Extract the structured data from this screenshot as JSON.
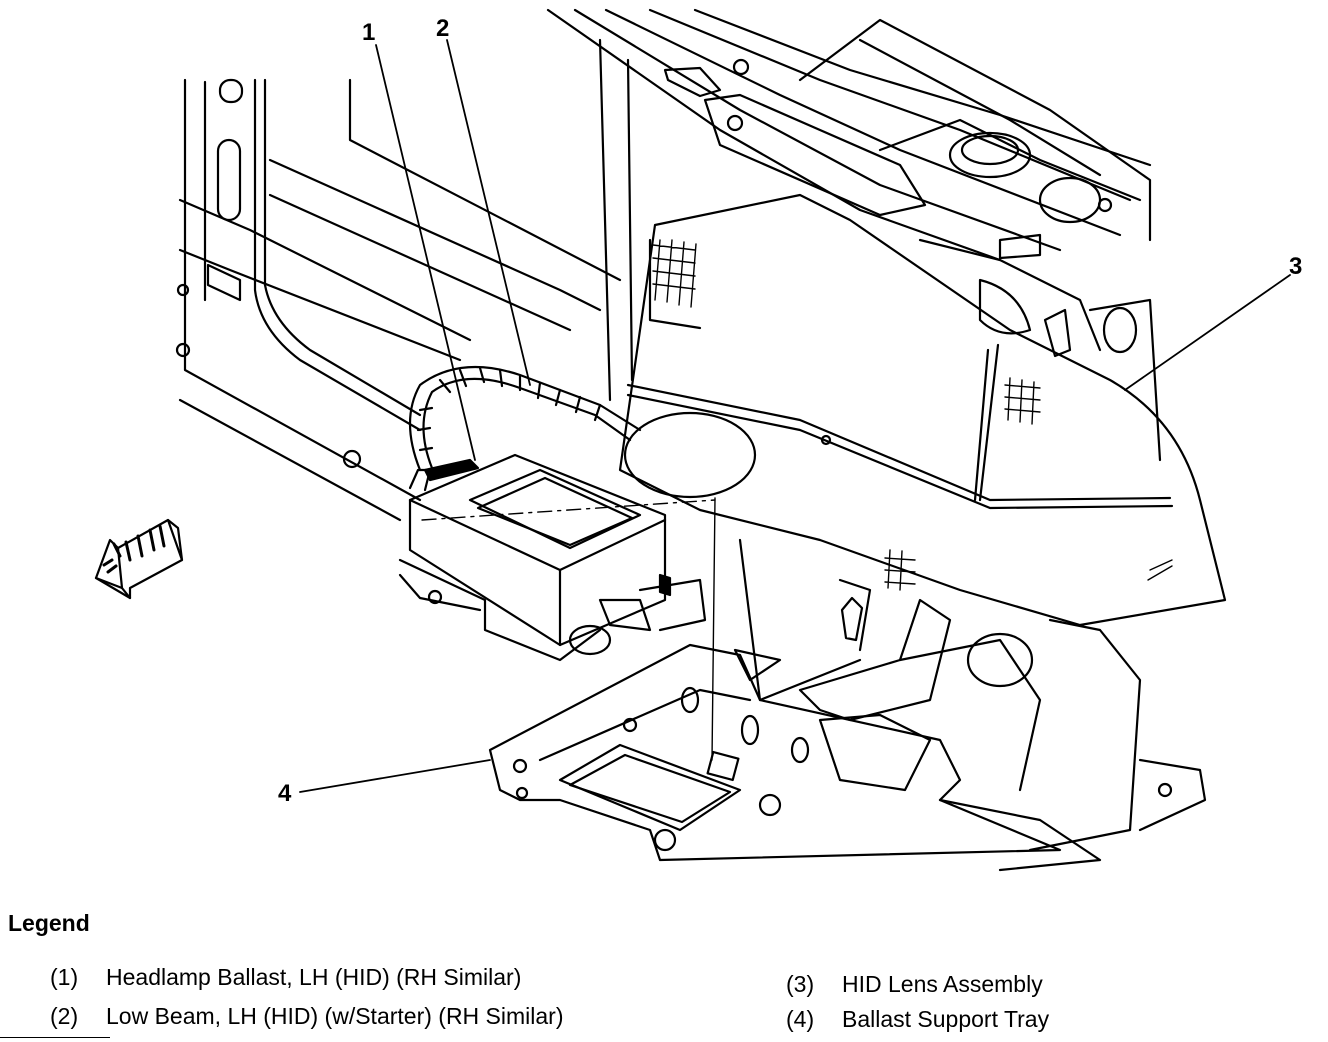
{
  "callouts": {
    "c1": "1",
    "c2": "2",
    "c3": "3",
    "c4": "4"
  },
  "legend": {
    "title": "Legend",
    "items": [
      {
        "code": "(1)",
        "text": "Headlamp Ballast, LH (HID) (RH Similar)"
      },
      {
        "code": "(2)",
        "text": "Low Beam, LH (HID) (w/Starter) (RH Similar)"
      },
      {
        "code": "(3)",
        "text": "HID Lens Assembly"
      },
      {
        "code": "(4)",
        "text": "Ballast Support Tray"
      }
    ]
  },
  "icons": {
    "direction_arrow": "forward-arrow-icon"
  }
}
